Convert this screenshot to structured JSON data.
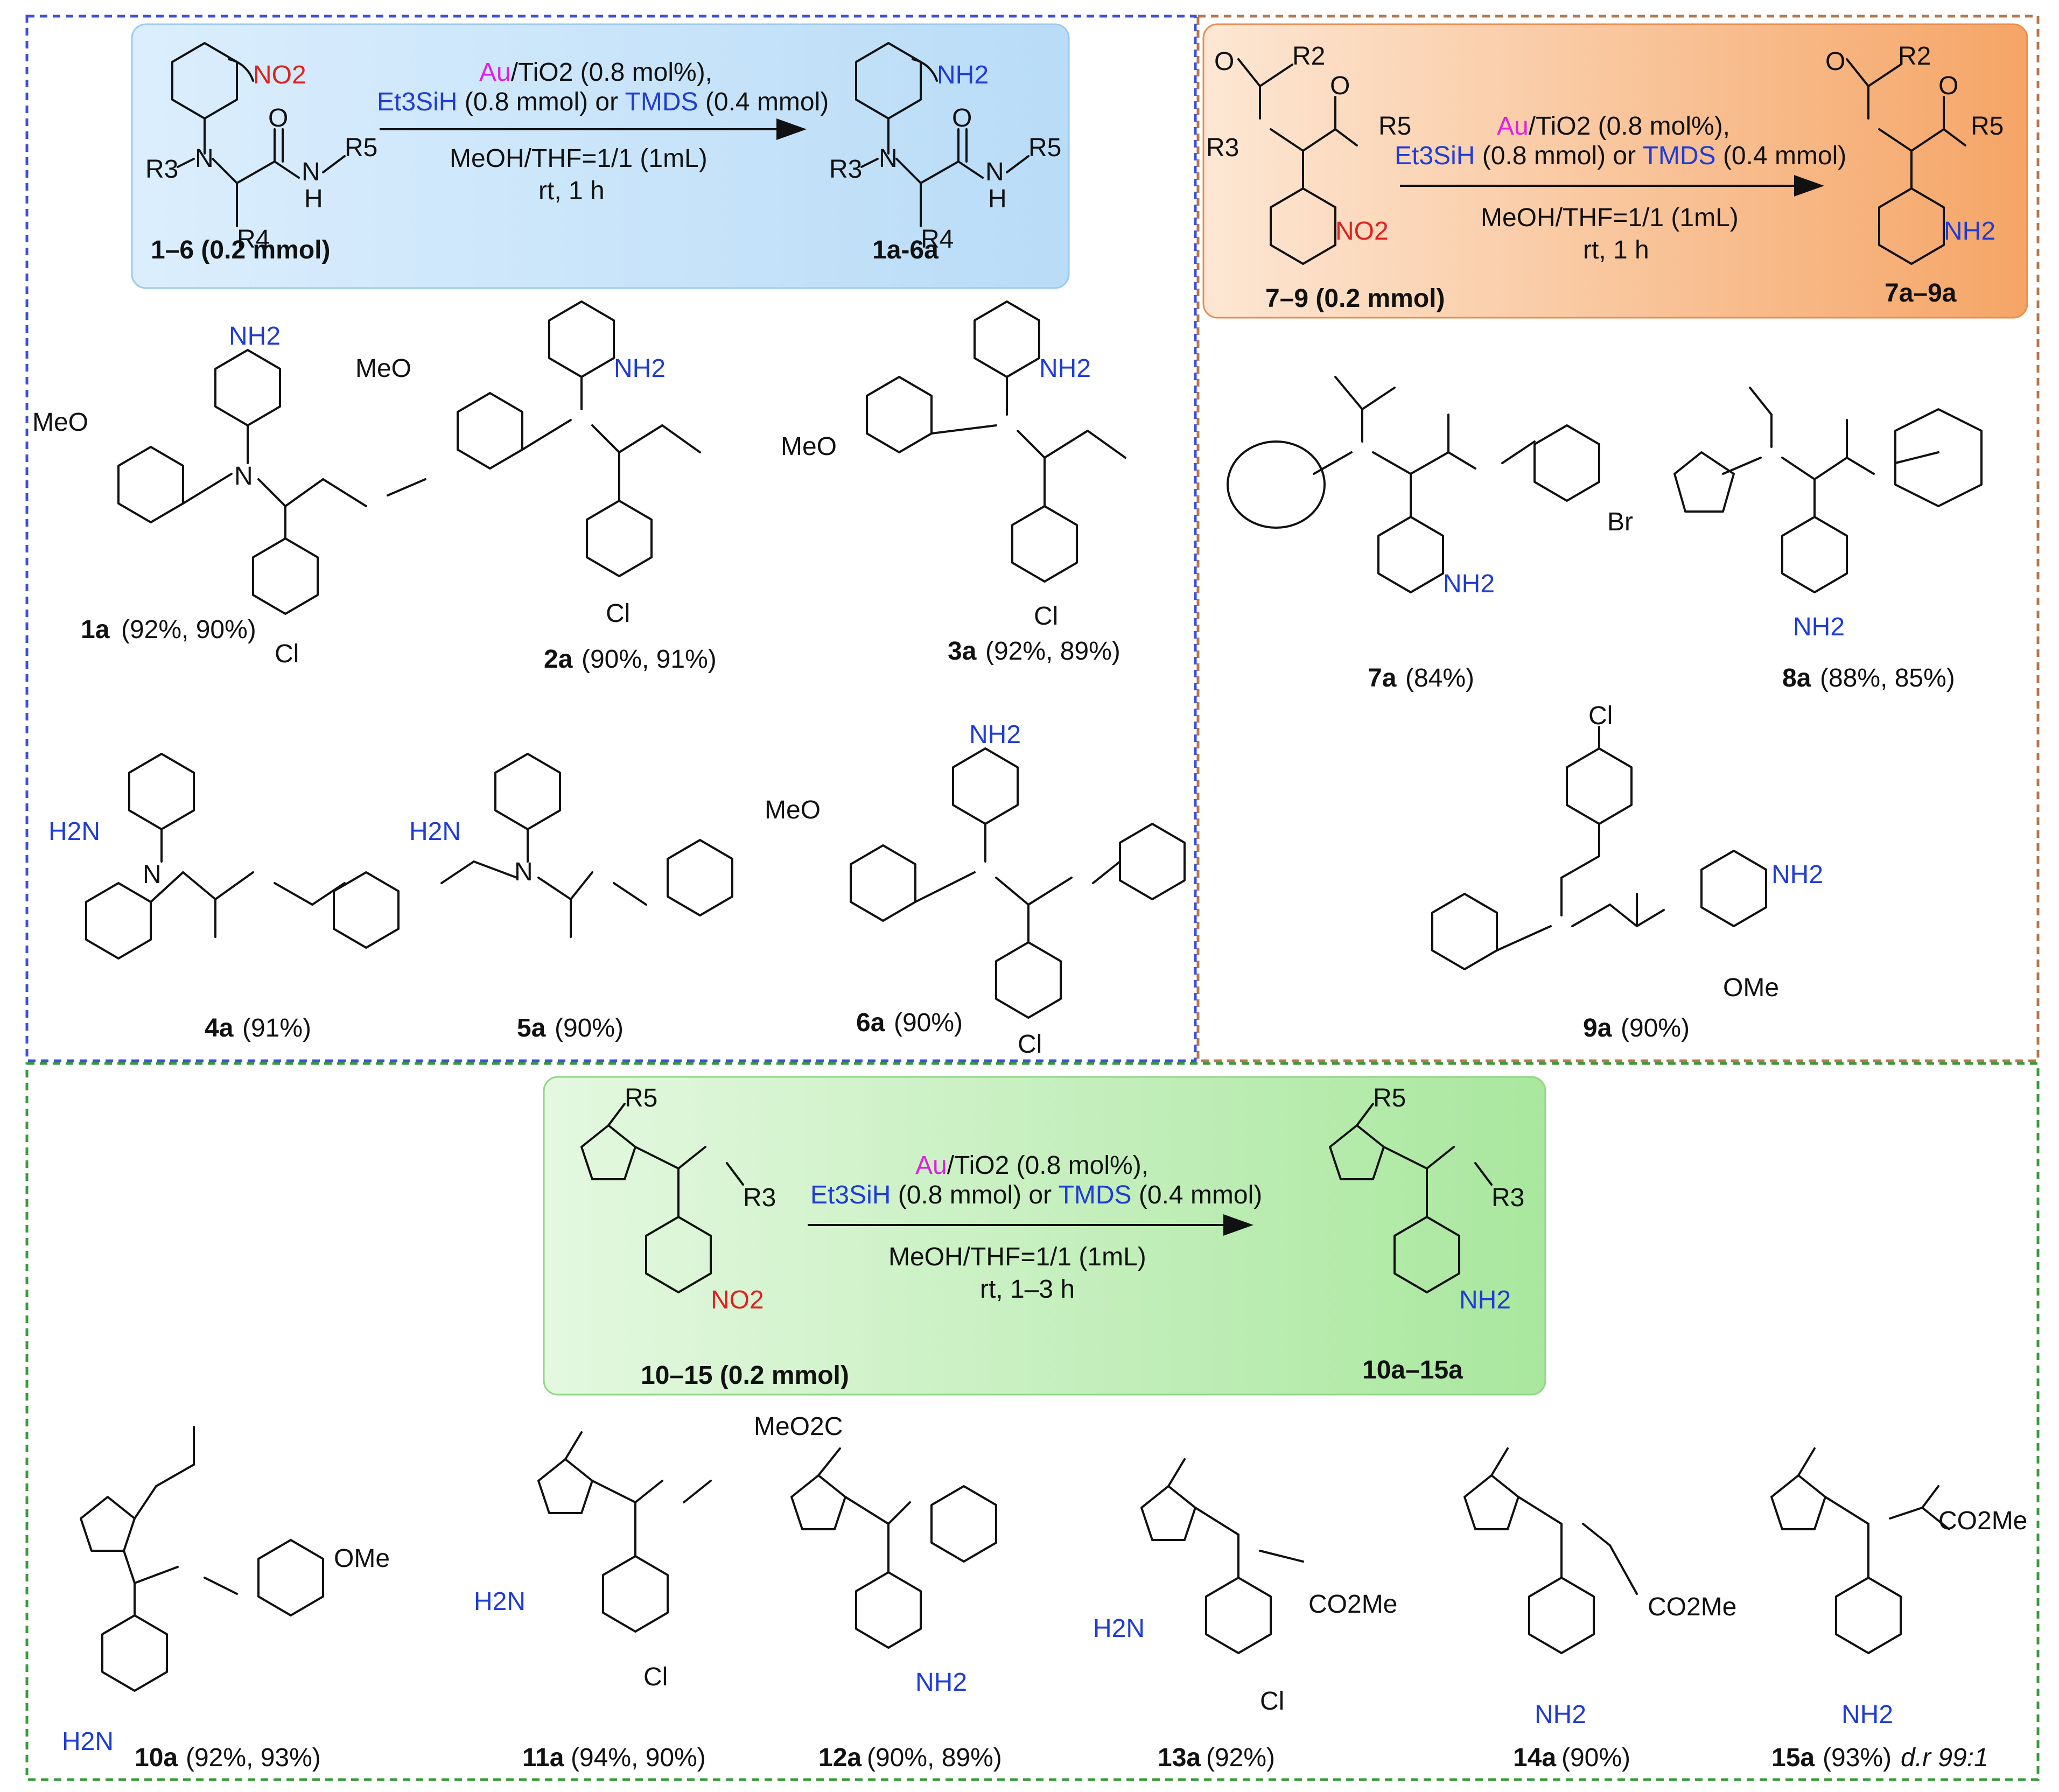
{
  "colors": {
    "panel_blue": "#cfe6fb",
    "panel_orange": "#f6b27c",
    "panel_green": "#b9ecb0",
    "border_blue": "#3b4fe0",
    "border_orange": "#b7774a",
    "border_green": "#3a9a3a",
    "nitro": "#e02020",
    "amine": "#1f3cd6",
    "catalyst": "#e020e0",
    "silane": "#1f3cd6"
  },
  "panel1": {
    "start_label": "1–6 (0.2 mmol)",
    "product_label": "1a-6a",
    "reagent_line1_metal": "Au",
    "reagent_line1_rest": "/TiO2 (0.8 mol%),",
    "reagent_line2_a": "Et3SiH",
    "reagent_line2_b": " (0.8 mmol) or ",
    "reagent_line2_c": "TMDS",
    "reagent_line2_d": " (0.4 mmol)",
    "conditions_solvent": "MeOH/THF=1/1 (1mL)",
    "conditions_time": "rt, 1 h",
    "r_labels": {
      "r3": "R3",
      "r4": "R4",
      "r5": "R5",
      "nitro": "NO2",
      "amine": "NH2",
      "nh": "H",
      "n": "N",
      "o": "O"
    },
    "products": [
      {
        "id": "1a",
        "yield": "(92%, 90%)"
      },
      {
        "id": "2a",
        "yield": "(90%, 91%)"
      },
      {
        "id": "3a",
        "yield": "(92%, 89%)"
      },
      {
        "id": "4a",
        "yield": "(91%)"
      },
      {
        "id": "5a",
        "yield": "(90%)"
      },
      {
        "id": "6a",
        "yield": "(90%)"
      }
    ]
  },
  "panel2": {
    "start_label": "7–9 (0.2 mmol)",
    "product_label": "7a–9a",
    "conditions_solvent": "MeOH/THF=1/1 (1mL)",
    "conditions_time": "rt, 1 h",
    "products": [
      {
        "id": "7a",
        "yield": "(84%)"
      },
      {
        "id": "8a",
        "yield": "(88%, 85%)"
      },
      {
        "id": "9a",
        "yield": "(90%)"
      }
    ]
  },
  "panel3": {
    "start_label": "10–15 (0.2 mmol)",
    "product_label": "10a–15a",
    "conditions_solvent": "MeOH/THF=1/1 (1mL)",
    "conditions_time": "rt, 1–3 h",
    "products": [
      {
        "id": "10a",
        "yield": "(92%, 93%)"
      },
      {
        "id": "11a",
        "yield": "(94%, 90%)"
      },
      {
        "id": "12a",
        "yield": "(90%, 89%)"
      },
      {
        "id": "13a",
        "yield": "(92%)"
      },
      {
        "id": "14a",
        "yield": "(90%)"
      },
      {
        "id": "15a",
        "yield": "(93%)",
        "extra": "d.r 99:1"
      }
    ]
  },
  "atom_labels": {
    "meo": "MeO",
    "ome": "OMe",
    "cl": "Cl",
    "br": "Br",
    "nh2": "NH2",
    "h2n": "H2N",
    "co2me": "CO2Me",
    "meo2c": "MeO2C"
  }
}
